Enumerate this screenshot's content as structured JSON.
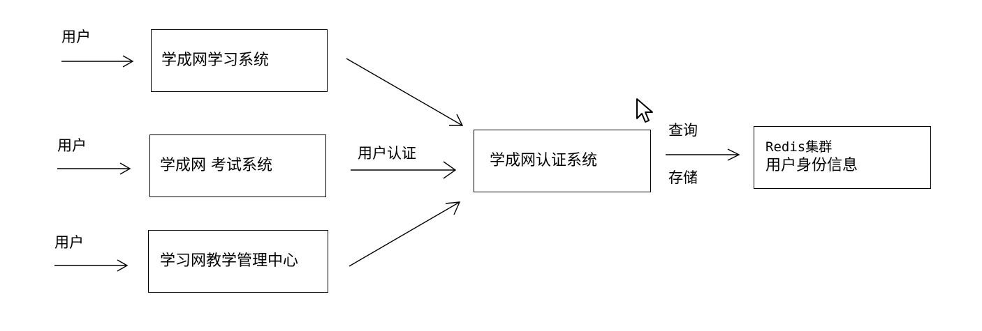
{
  "user_labels": [
    "用户",
    "用户",
    "用户"
  ],
  "systems": {
    "learning": "学成网学习系统",
    "exam": "学成网 考试系统",
    "teaching": "学习网教学管理中心"
  },
  "auth_label": "用户认证",
  "auth_system": "学成网认证系统",
  "query_label": "查询",
  "store_label": "存储",
  "redis": {
    "line1": "Redis集群",
    "line2": "用户身份信息"
  },
  "icons": {
    "cursor": "mouse-pointer-icon"
  }
}
